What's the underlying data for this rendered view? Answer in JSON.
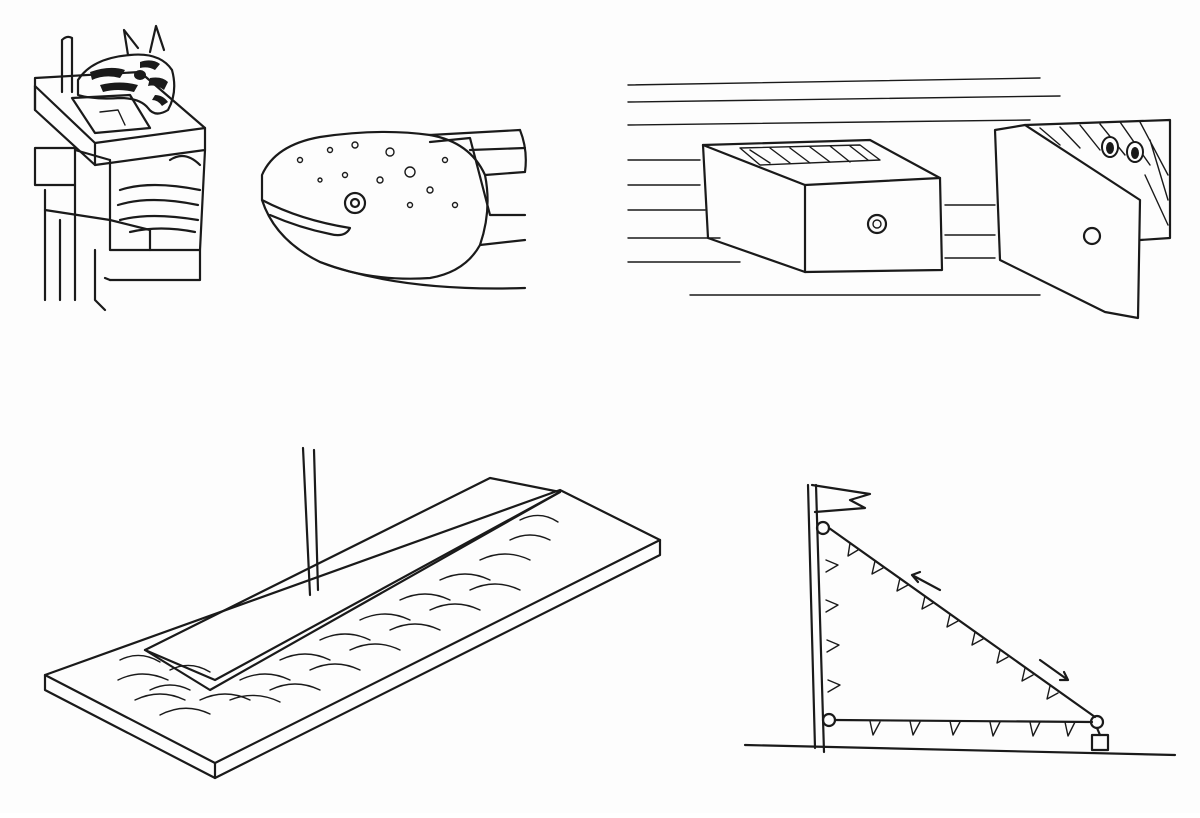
{
  "sheet": {
    "ink_color": "#1a1a1a",
    "paper_color": "#fdfdfd",
    "sketches": [
      "zebra-head-box-sketch",
      "fish-head-board-sketch",
      "box-with-drawer-hole-sketch",
      "open-panel-with-peeking-eyes-sketch",
      "long-board-with-slot-and-feathers-sketch",
      "triangle-bunting-flag-sketch"
    ]
  }
}
